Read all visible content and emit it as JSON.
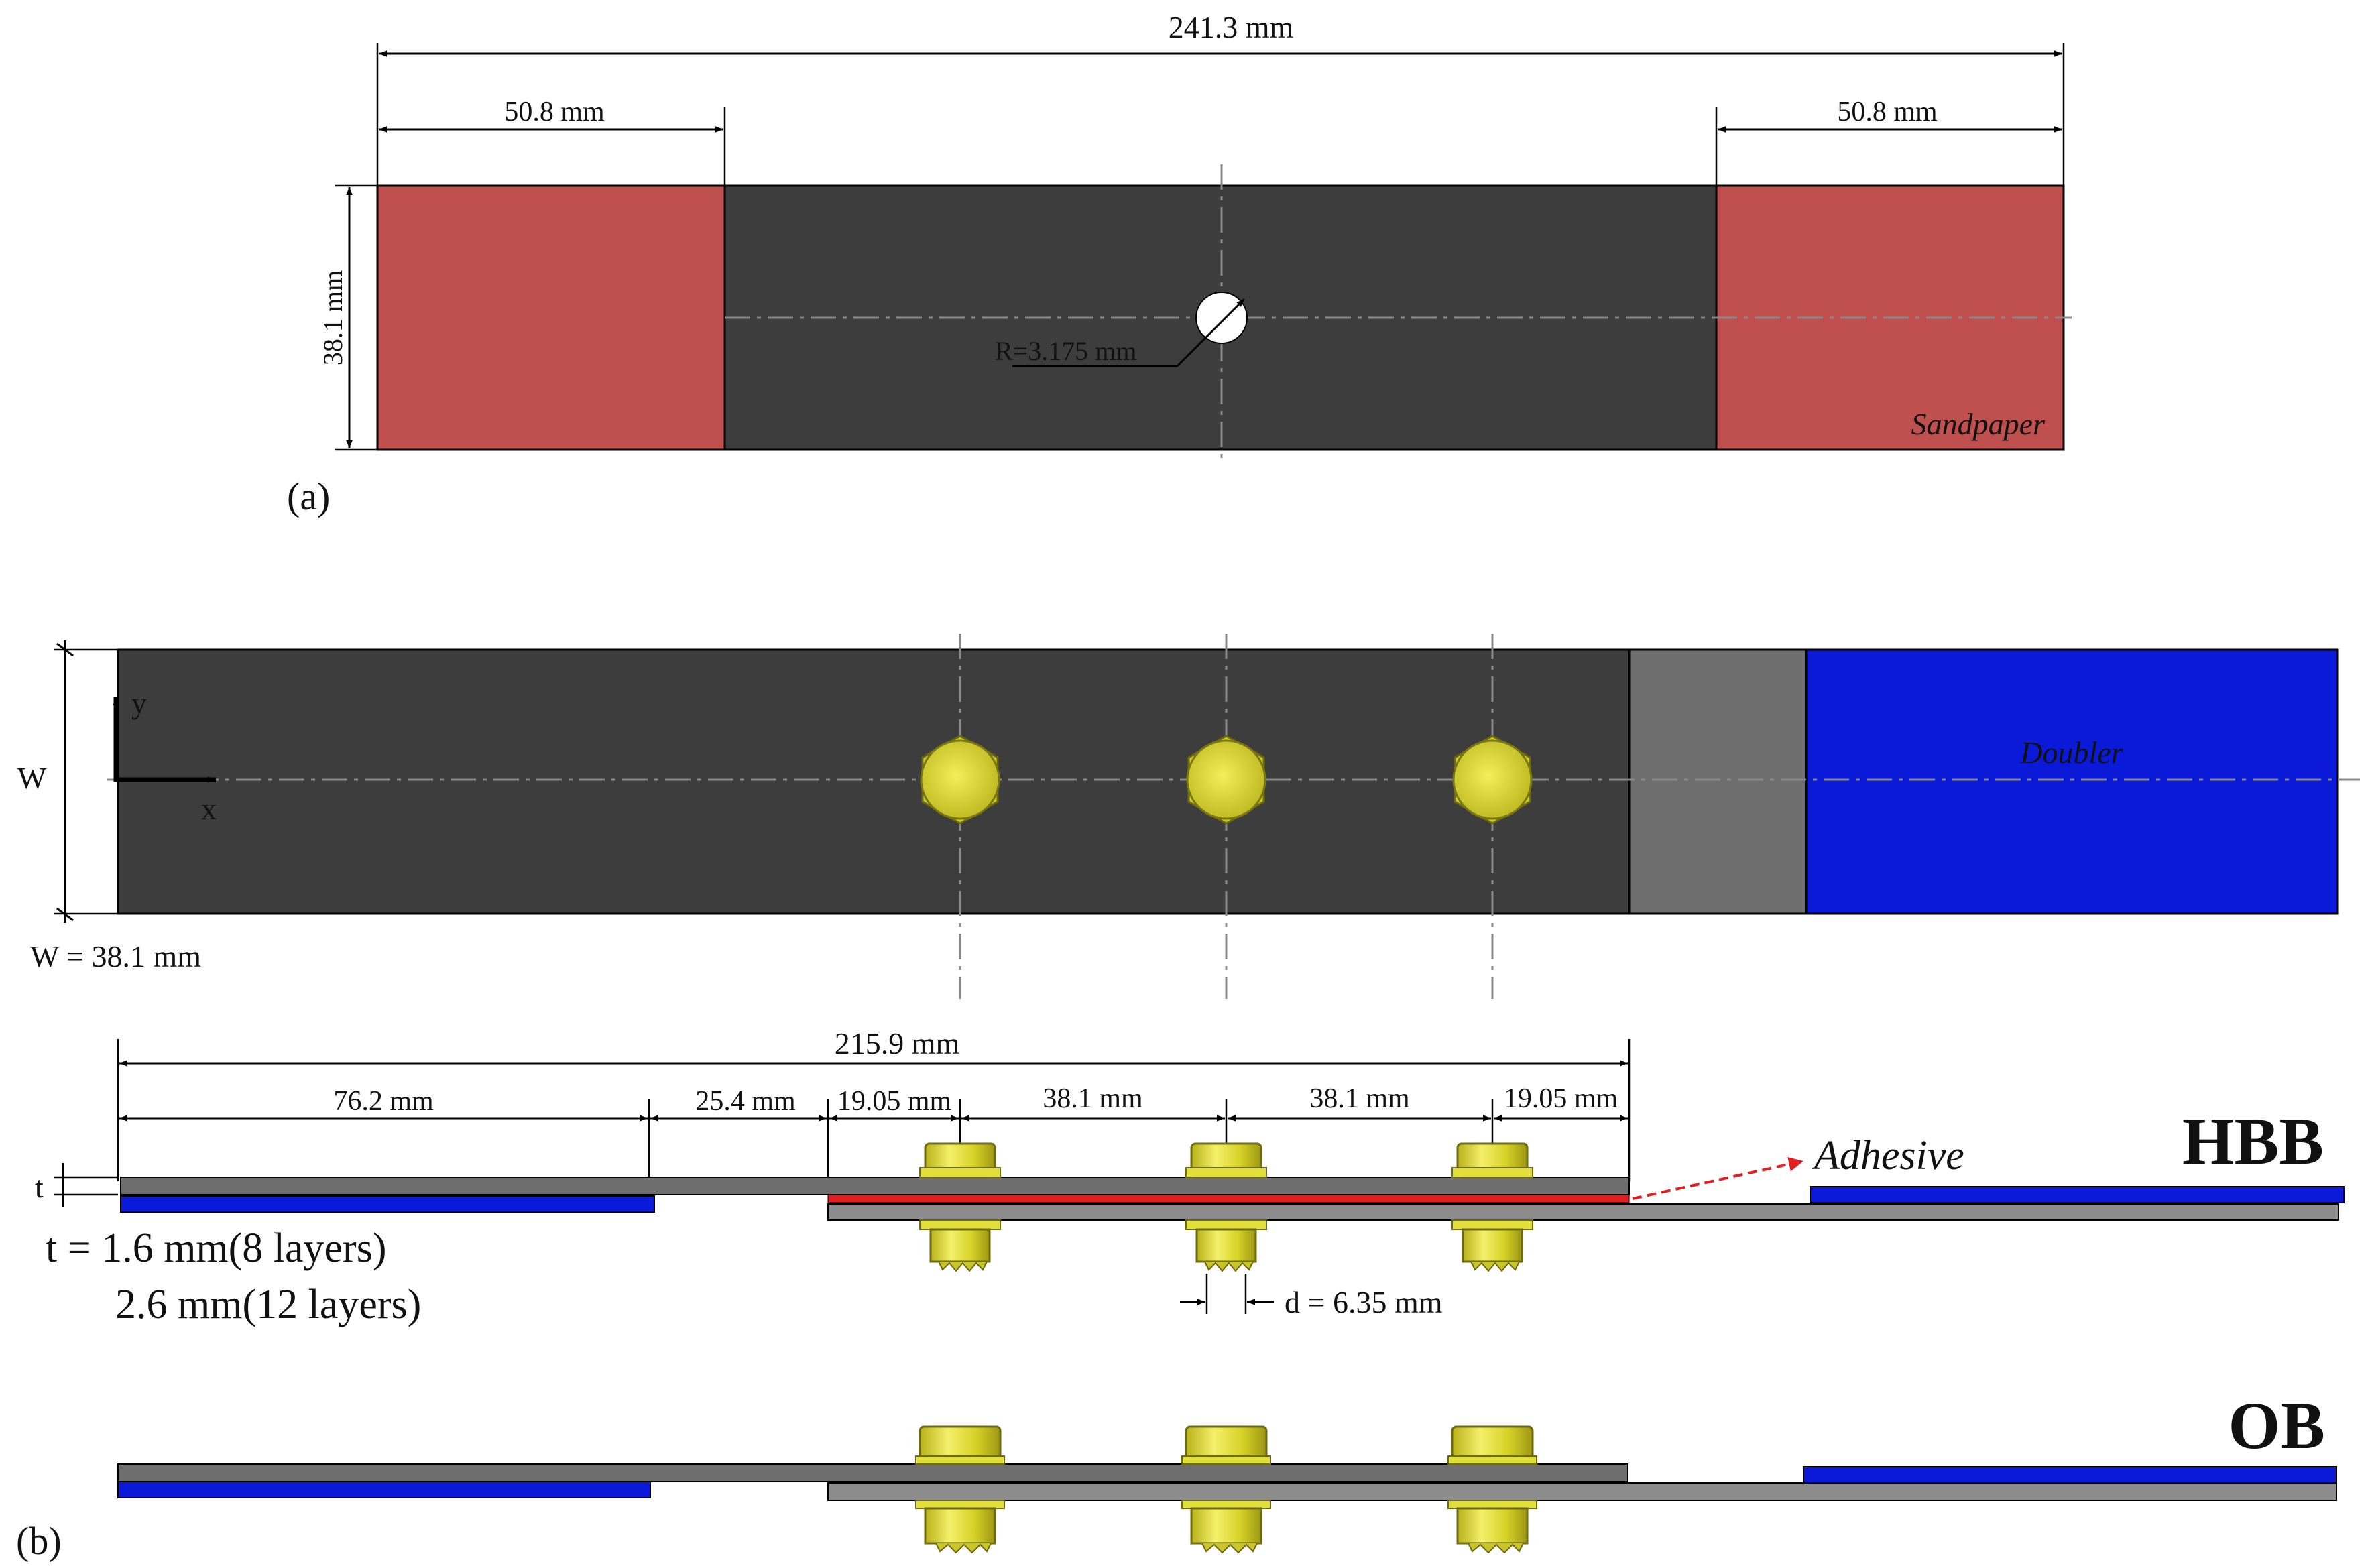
{
  "panel_a": {
    "label": "(a)",
    "overall_length": "241.3 mm",
    "grip_left_length": "50.8 mm",
    "grip_right_length": "50.8 mm",
    "width": "38.1 mm",
    "hole_radius": "R=3.175 mm",
    "tab_label": "Sandpaper"
  },
  "panel_b": {
    "label": "(b)",
    "width_symbol": "W",
    "width_value": "W = 38.1 mm",
    "axis_x": "x",
    "axis_y": "y",
    "doubler_label": "Doubler",
    "thickness_symbol": "t",
    "thickness_line1": "t = 1.6 mm(8 layers)",
    "thickness_line2": "2.6 mm(12 layers)",
    "total_length": "215.9 mm",
    "seg_1": "76.2 mm",
    "seg_2": "25.4 mm",
    "seg_3": "19.05 mm",
    "seg_4": "38.1 mm",
    "seg_5": "38.1 mm",
    "seg_6": "19.05 mm",
    "bolt_diameter": "d = 6.35 mm",
    "adhesive_label": "Adhesive",
    "hbb_label": "HBB",
    "ob_label": "OB"
  },
  "colors": {
    "laminate": "#3d3d3d",
    "sandpaper": "#c0504d",
    "doubler": "#0a1ad8",
    "overlap_grey": "#6e6e6e",
    "bolt_yellow": "#e6e22a",
    "adhesive": "#e02020",
    "plate_grey": "#8c8c8c"
  }
}
